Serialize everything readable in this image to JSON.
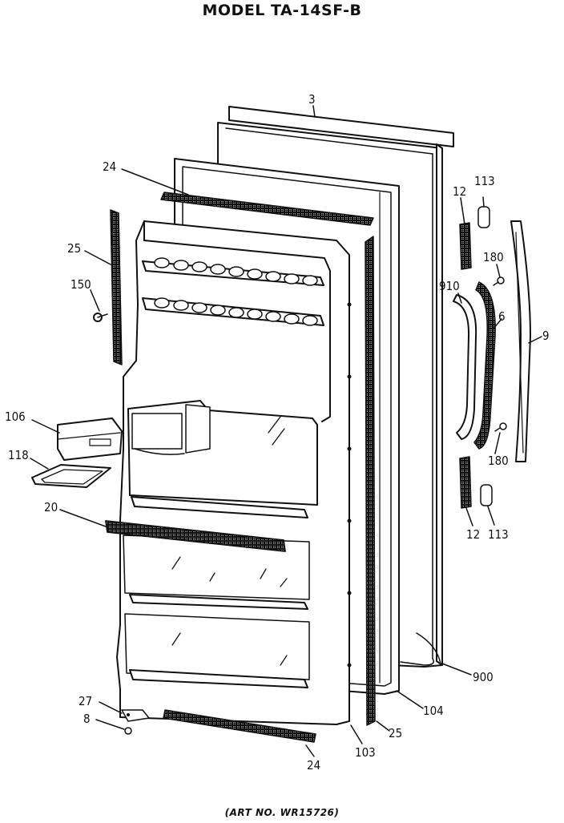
{
  "title": "MODEL TA-14SF-B",
  "art_number": "(ART NO. WR15726)",
  "callouts": [
    {
      "id": "c3",
      "label": "3"
    },
    {
      "id": "c24a",
      "label": "24"
    },
    {
      "id": "c25a",
      "label": "25"
    },
    {
      "id": "c150",
      "label": "150"
    },
    {
      "id": "c106",
      "label": "106"
    },
    {
      "id": "c118",
      "label": "118"
    },
    {
      "id": "c20",
      "label": "20"
    },
    {
      "id": "c27",
      "label": "27"
    },
    {
      "id": "c8",
      "label": "8"
    },
    {
      "id": "c24b",
      "label": "24"
    },
    {
      "id": "c103",
      "label": "103"
    },
    {
      "id": "c25b",
      "label": "25"
    },
    {
      "id": "c104",
      "label": "104"
    },
    {
      "id": "c900",
      "label": "900"
    },
    {
      "id": "c12a",
      "label": "12"
    },
    {
      "id": "c113a",
      "label": "113"
    },
    {
      "id": "c180a",
      "label": "180"
    },
    {
      "id": "c910",
      "label": "910"
    },
    {
      "id": "c6",
      "label": "6"
    },
    {
      "id": "c9",
      "label": "9"
    },
    {
      "id": "c180b",
      "label": "180"
    },
    {
      "id": "c12b",
      "label": "12"
    },
    {
      "id": "c113b",
      "label": "113"
    }
  ]
}
